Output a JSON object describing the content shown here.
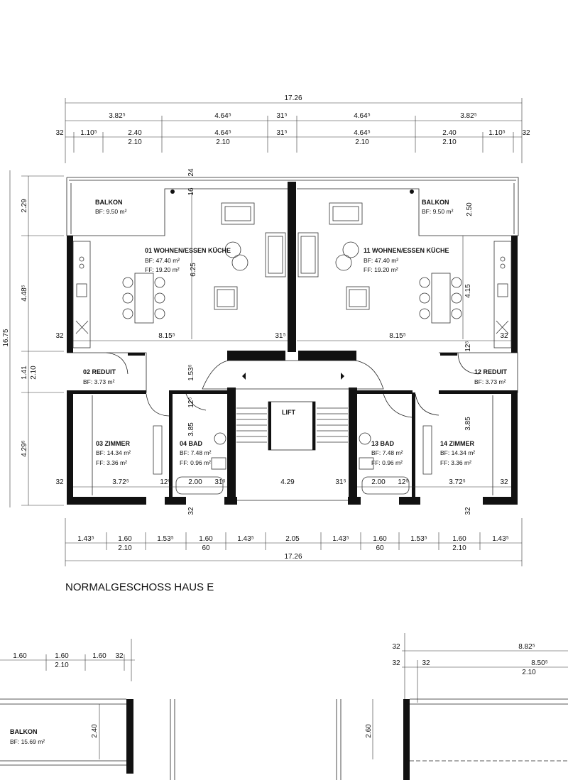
{
  "title": "NORMALGESCHOSS HAUS E",
  "dimensions": {
    "top_total": "17.26",
    "top_row1": [
      "3.82⁵",
      "4.64⁵",
      "31⁵",
      "4.64⁵",
      "3.82⁵"
    ],
    "top_row2": [
      "32",
      "1.10⁵",
      "2.40",
      "4.64⁵",
      "31⁵",
      "4.64⁵",
      "2.40",
      "1.10⁵",
      "32"
    ],
    "top_row2_sub": [
      "2.10",
      "2.10",
      "2.10",
      "2.10"
    ],
    "bottom_row1": [
      "1.43⁵",
      "1.60",
      "1.53⁵",
      "1.60",
      "1.43⁵",
      "2.05",
      "1.43⁵",
      "1.60",
      "1.53⁵",
      "1.60",
      "1.43⁵"
    ],
    "bottom_row1_sub": [
      "2.10",
      "60",
      "60",
      "2.10"
    ],
    "bottom_total": "17.26",
    "left": [
      "2.29",
      "4.48⁵",
      "1.41",
      "2.10",
      "4.29⁵",
      "16.75"
    ],
    "interior": {
      "w1_width": "8.15⁵",
      "w11_width": "8.15⁵",
      "center_wall_left": "31⁵",
      "bal_right": "2.50",
      "w1_height": "6.25",
      "w11_height": "4.15",
      "top_wall": "24",
      "top_16": "16",
      "corr_153": "1.53⁵",
      "z3_width": "3.72⁵",
      "z14_width": "3.72⁵",
      "bad_385_l": "3.85",
      "bad_385_r": "3.85",
      "stair_429": "4.29",
      "bath_200_l": "2.00",
      "bath_200_r": "2.00",
      "n32": "32",
      "n12": "12⁵",
      "n315": "31⁵"
    }
  },
  "rooms": {
    "balkon_left": {
      "name": "BALKON",
      "bf": "BF:  9.50 m²"
    },
    "balkon_right": {
      "name": "BALKON",
      "bf": "BF:  9.50 m²"
    },
    "wohnen_01": {
      "name": "01 WOHNEN/ESSEN KÜCHE",
      "bf": "BF:  47.40 m²",
      "ff": "FF:  19.20 m²"
    },
    "wohnen_11": {
      "name": "11 WOHNEN/ESSEN KÜCHE",
      "bf": "BF:  47.40 m²",
      "ff": "FF:  19.20 m²"
    },
    "reduit_02": {
      "name": "02 REDUIT",
      "bf": "BF:  3.73 m²"
    },
    "reduit_12": {
      "name": "12 REDUIT",
      "bf": "BF:  3.73 m²"
    },
    "zimmer_03": {
      "name": "03 ZIMMER",
      "bf": "BF:  14.34 m²",
      "ff": "FF:  3.36 m²"
    },
    "zimmer_14": {
      "name": "14 ZIMMER",
      "bf": "BF:  14.34 m²",
      "ff": "FF:  3.36 m²"
    },
    "bad_04": {
      "name": "04 BAD",
      "bf": "BF:  7.48 m²",
      "ff": "FF:  0.96 m²"
    },
    "bad_13": {
      "name": "13 BAD",
      "bf": "BF:  7.48 m²",
      "ff": "FF:  0.96 m²"
    },
    "lift": {
      "name": "LIFT"
    }
  },
  "lower": {
    "left_dims": [
      "1.60",
      "1.60",
      "1.60",
      "32"
    ],
    "left_sub": "2.10",
    "left_height": "2.40",
    "balkon": {
      "name": "BALKON",
      "bf": "BF:  15.69 m²"
    },
    "right_dims": [
      "32",
      "8.82⁵",
      "32",
      "32",
      "8.50⁵"
    ],
    "right_sub": "2.10",
    "right_height": "2.60"
  }
}
